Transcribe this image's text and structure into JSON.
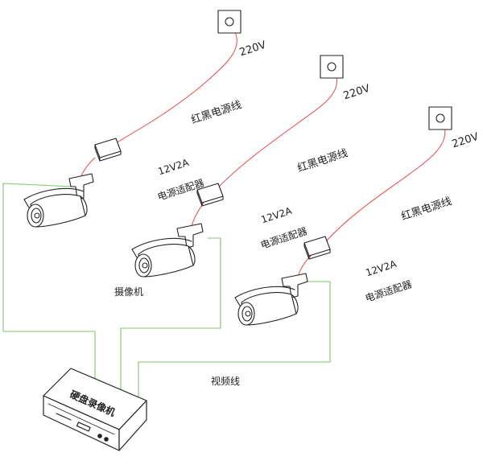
{
  "labels": {
    "voltage": "220V",
    "power_wire": "红黑电源线",
    "adapter_line1": "12V2A",
    "adapter_line2": "电源适配器",
    "camera": "摄像机",
    "video_wire": "视频线",
    "nvr": "硬盘录像机"
  },
  "colors": {
    "power_wire": "#e24a4a",
    "video_wire": "#7cc76b",
    "outline": "#222222"
  },
  "icons": [
    "wall-socket-icon",
    "power-adapter-icon",
    "bullet-camera-icon",
    "nvr-device-icon"
  ]
}
